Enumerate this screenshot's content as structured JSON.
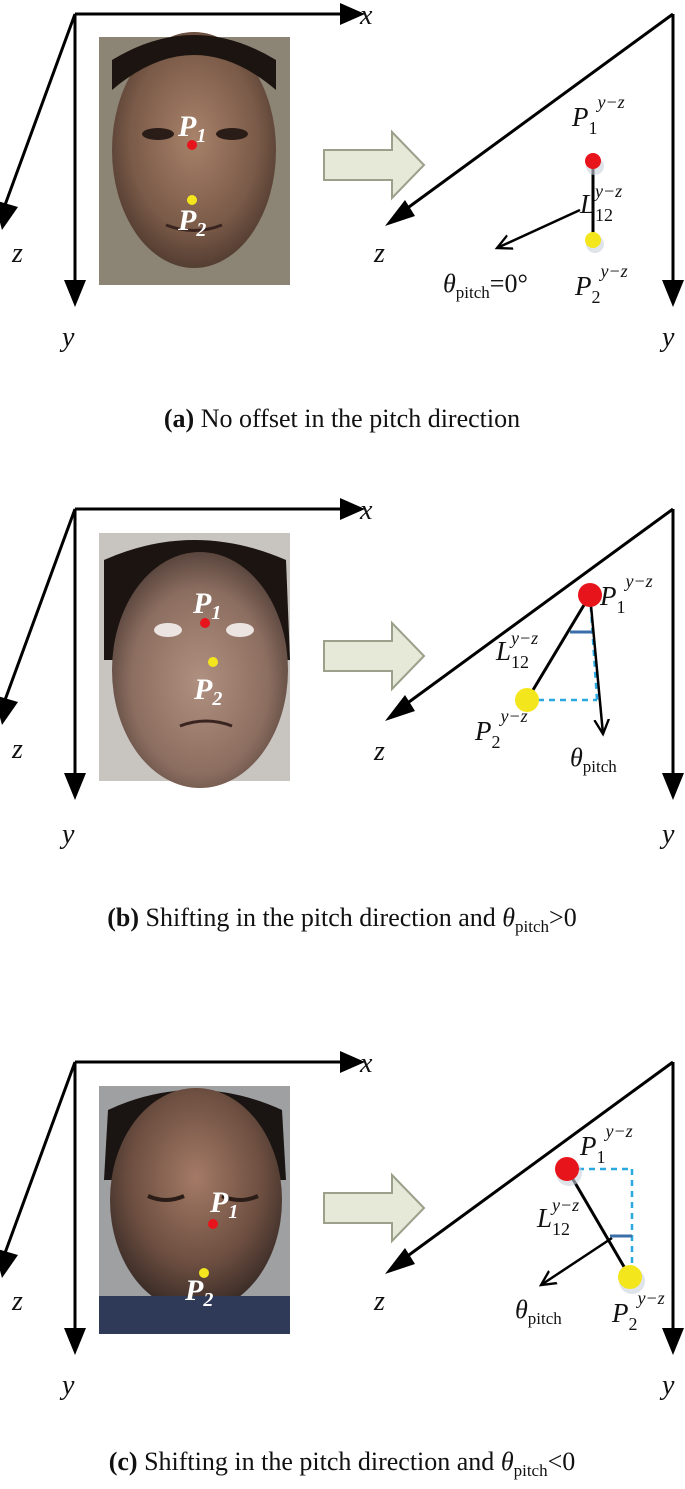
{
  "panels": [
    {
      "id": "a",
      "caption_letter": "(a)",
      "caption_text": " No offset in the pitch direction",
      "caption_suffix": "",
      "axis_x": "x",
      "axis_y": "y",
      "axis_z": "z",
      "face_p1": "P",
      "face_p1_sub": "1",
      "face_p2": "P",
      "face_p2_sub": "2",
      "p1_label": "P",
      "p1_sub": "1",
      "p1_sup": "y−z",
      "p2_label": "P",
      "p2_sub": "2",
      "p2_sup": "y−z",
      "l12_label": "L",
      "l12_sub": "12",
      "l12_sup": "y−z",
      "theta_label": "θ",
      "theta_sub": "pitch",
      "theta_value": "=0°"
    },
    {
      "id": "b",
      "caption_letter": "(b)",
      "caption_text": " Shifting in the pitch direction and ",
      "caption_theta": "θ",
      "caption_theta_sub": "pitch",
      "caption_suffix": ">0",
      "axis_x": "x",
      "axis_y": "y",
      "axis_z": "z",
      "face_p1": "P",
      "face_p1_sub": "1",
      "face_p2": "P",
      "face_p2_sub": "2",
      "p1_label": "P",
      "p1_sub": "1",
      "p1_sup": "y−z",
      "p2_label": "P",
      "p2_sub": "2",
      "p2_sup": "y−z",
      "l12_label": "L",
      "l12_sub": "12",
      "l12_sup": "y−z",
      "theta_label": "θ",
      "theta_sub": "pitch",
      "theta_value": ""
    },
    {
      "id": "c",
      "caption_letter": "(c)",
      "caption_text": " Shifting in the pitch direction and ",
      "caption_theta": "θ",
      "caption_theta_sub": "pitch",
      "caption_suffix": "<0",
      "axis_x": "x",
      "axis_y": "y",
      "axis_z": "z",
      "face_p1": "P",
      "face_p1_sub": "1",
      "face_p2": "P",
      "face_p2_sub": "2",
      "p1_label": "P",
      "p1_sub": "1",
      "p1_sup": "y−z",
      "p2_label": "P",
      "p2_sub": "2",
      "p2_sup": "y−z",
      "l12_label": "L",
      "l12_sub": "12",
      "l12_sup": "y−z",
      "theta_label": "θ",
      "theta_sub": "pitch",
      "theta_value": ""
    }
  ],
  "colors": {
    "p1_dot": "#e8141b",
    "p2_dot": "#f4e61c",
    "projection_dash": "#2aa8e0",
    "arrow_fill": "#e6e8d8",
    "arrow_stroke": "#9aa08a",
    "ink": "#000000"
  }
}
